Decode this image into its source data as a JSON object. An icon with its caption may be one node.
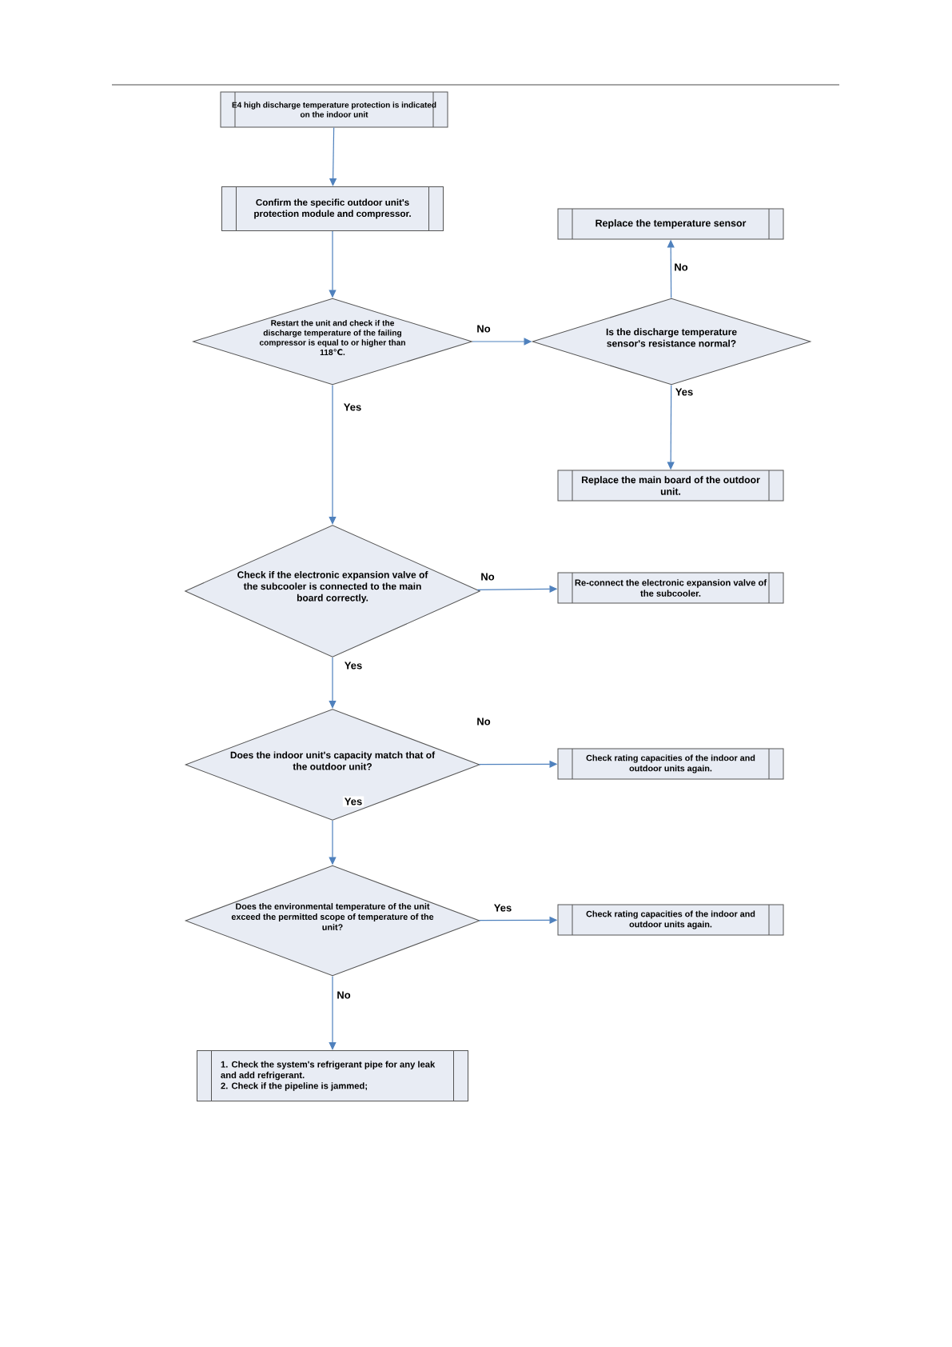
{
  "diagram": {
    "nodes": [
      {
        "text": [
          "E4 high discharge temperature protection is indicated on the indoor unit"
        ]
      },
      {
        "text": [
          "Confirm the specific outdoor unit's protection module and compressor."
        ]
      },
      {
        "text": [
          "Restart the unit and check if the discharge temperature of the failing compressor is equal to or higher than 118℃."
        ]
      },
      {
        "text": [
          "Replace the temperature sensor"
        ]
      },
      {
        "text": [
          "Is the discharge temperature sensor's resistance normal?"
        ]
      },
      {
        "text": [
          "Replace the main board of the outdoor unit."
        ]
      },
      {
        "text": [
          "Check if the electronic expansion valve of the subcooler is connected to the main board correctly."
        ]
      },
      {
        "text": [
          "Re-connect the electronic expansion valve of the subcooler."
        ]
      },
      {
        "text": [
          "Does the indoor unit's capacity match that of the outdoor unit?"
        ]
      },
      {
        "text": [
          "Check rating capacities of the indoor and outdoor units again."
        ]
      },
      {
        "text": [
          "Does the environmental temperature of the unit exceed the permitted scope of temperature of the unit?"
        ]
      },
      {
        "text": [
          "Check rating capacities of the indoor and outdoor units again."
        ]
      },
      {
        "text": [
          "1. Check the system's refrigerant pipe for any leak and add refrigerant.",
          "2. Check if the pipeline is jammed;"
        ]
      }
    ],
    "edges": [
      {
        "from": 0,
        "to": 1,
        "arrow": "to"
      },
      {
        "from": 1,
        "to": 2,
        "arrow": "to"
      },
      {
        "from": 2,
        "to": 4,
        "arrow": "to",
        "label": "No"
      },
      {
        "from": 4,
        "to": 3,
        "arrow": "to",
        "label": "No"
      },
      {
        "from": 4,
        "to": 5,
        "arrow": "to",
        "label": "Yes"
      },
      {
        "from": 2,
        "to": 6,
        "arrow": "to",
        "label": "Yes"
      },
      {
        "from": 6,
        "to": 7,
        "arrow": "to",
        "label": "No"
      },
      {
        "from": 6,
        "to": 8,
        "arrow": "to",
        "label": "Yes"
      },
      {
        "from": 8,
        "to": 9,
        "arrow": "to",
        "label": "No"
      },
      {
        "from": 8,
        "to": 10,
        "arrow": "to",
        "label": "Yes"
      },
      {
        "from": 10,
        "to": 11,
        "arrow": "to",
        "label": "Yes"
      },
      {
        "from": 10,
        "to": 12,
        "arrow": "to",
        "label": "No"
      }
    ]
  }
}
